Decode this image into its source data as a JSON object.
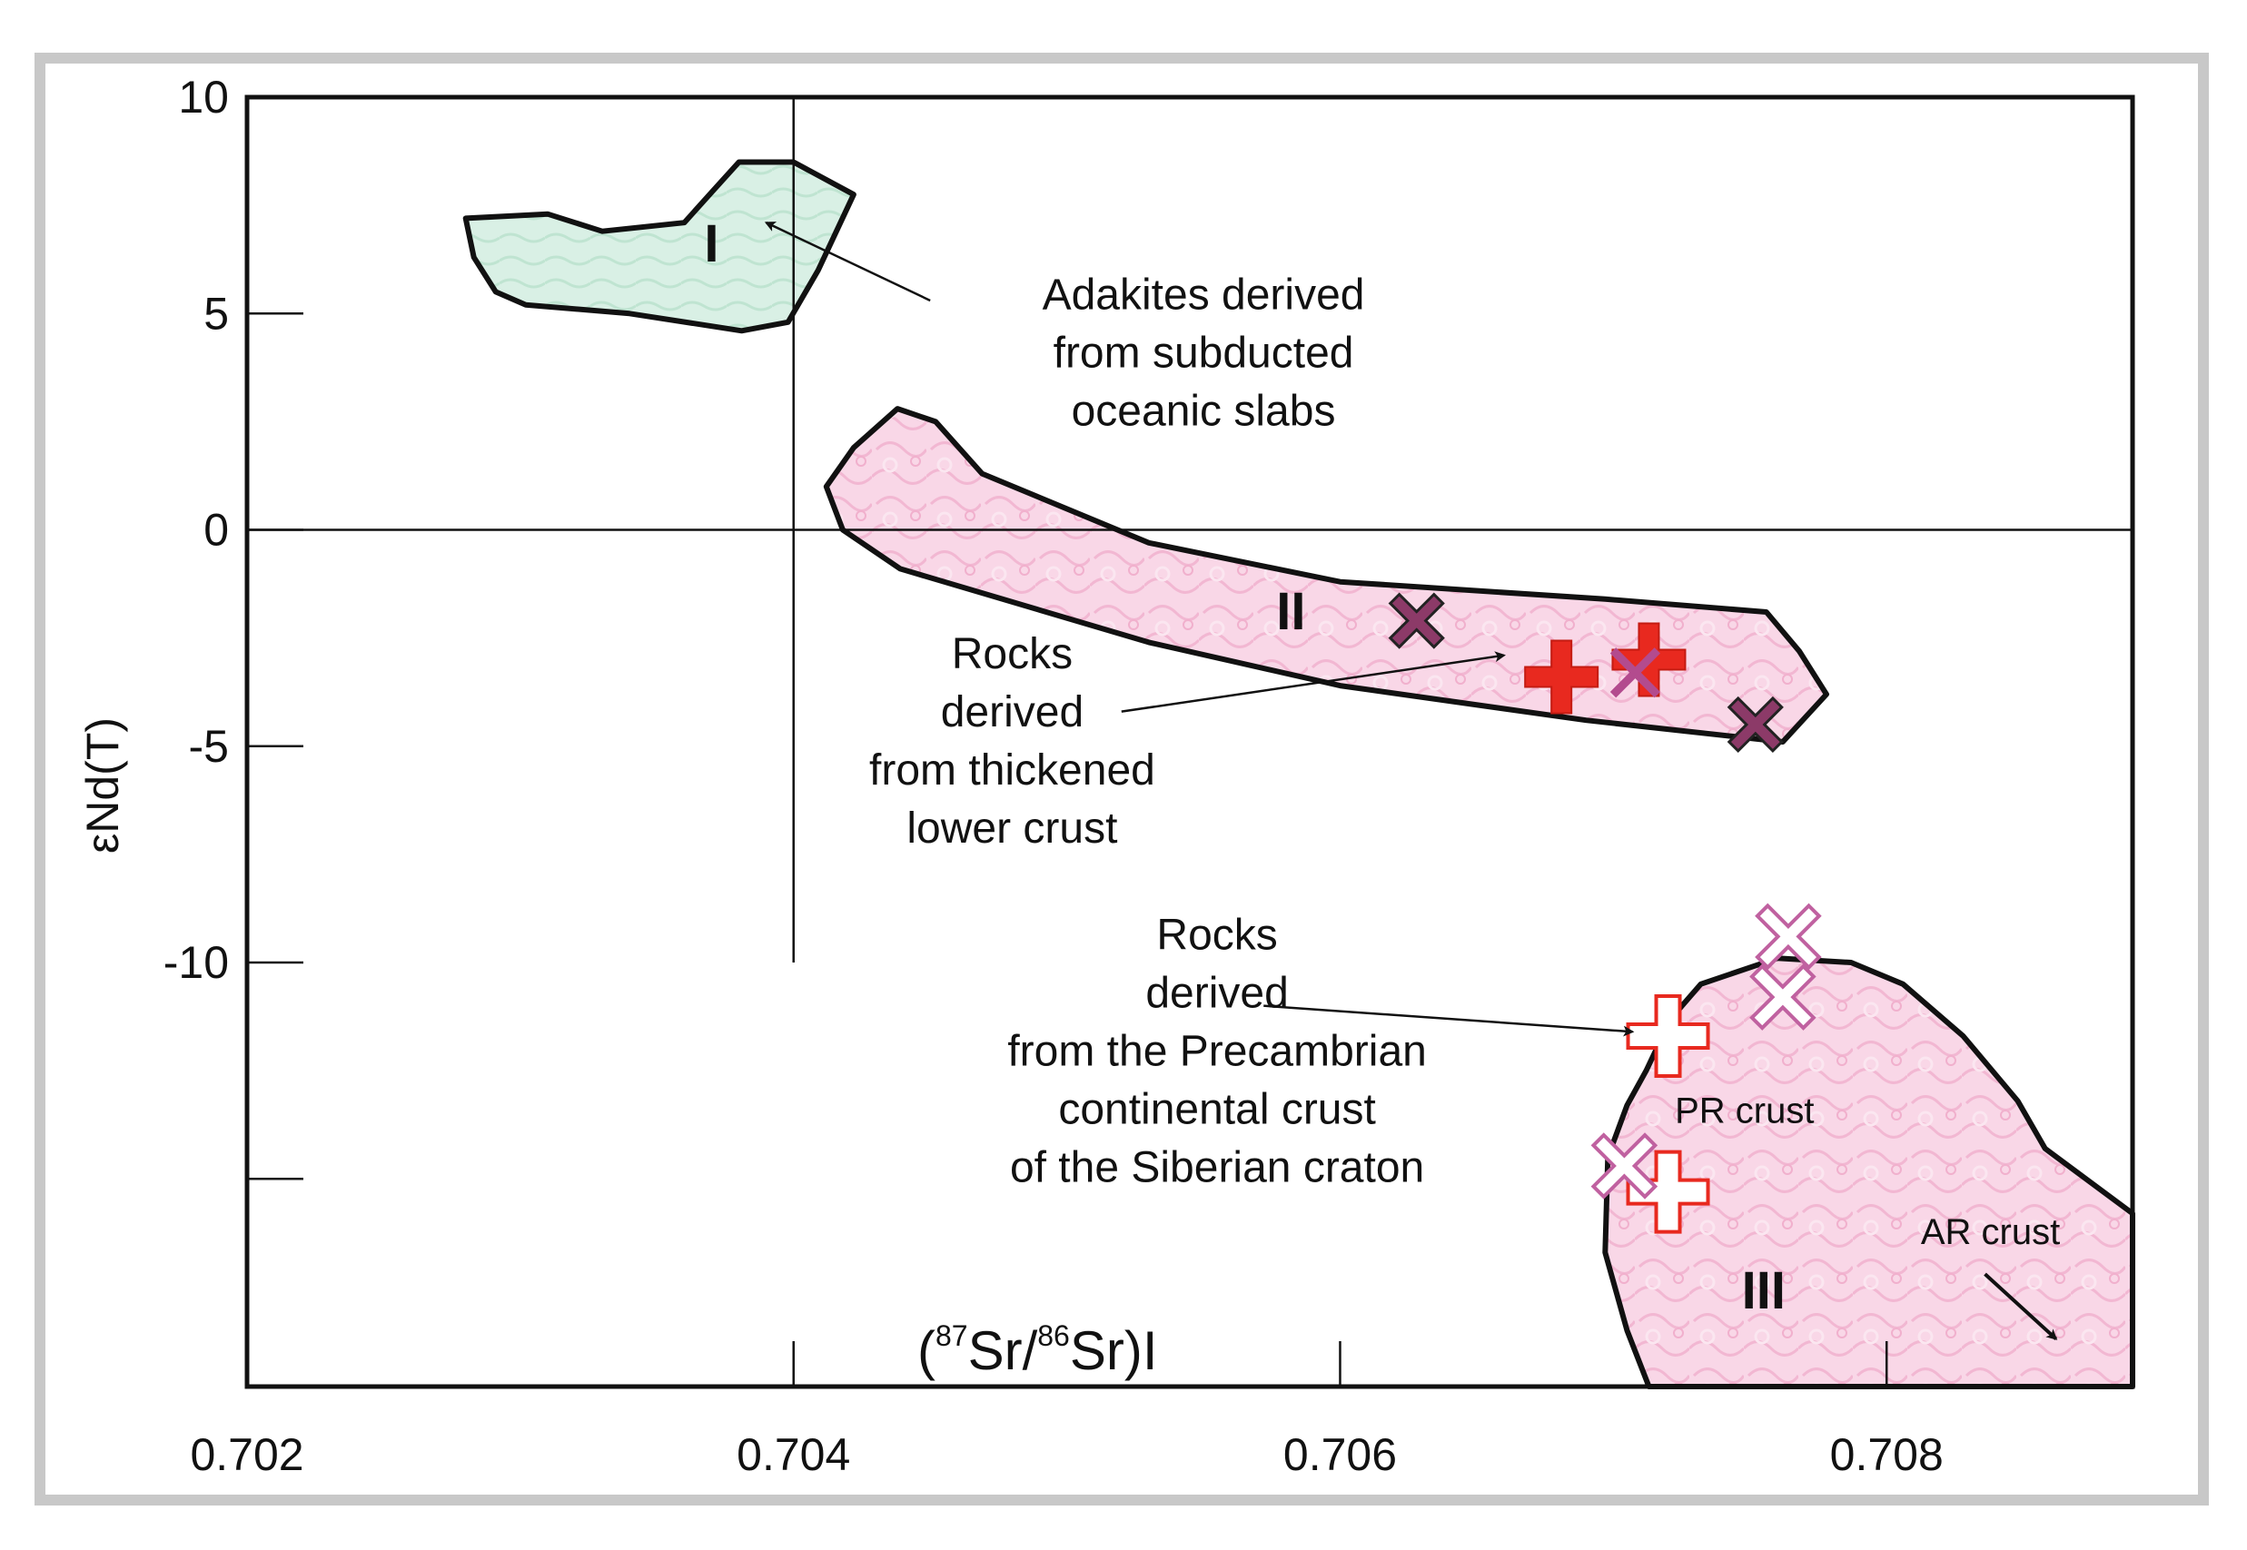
{
  "chart_data": {
    "type": "scatter",
    "xlabel": "(87Sr/86Sr)I",
    "xlabel_parts": {
      "open": "(",
      "sup1": "87",
      "mid1": "Sr/",
      "sup2": "86",
      "mid2": "Sr)I"
    },
    "ylabel": "εNd(T)",
    "xlim": [
      0.702,
      0.7089
    ],
    "ylim": [
      -19.8,
      10
    ],
    "x_ticks": [
      {
        "value": 0.702,
        "label": "0.702"
      },
      {
        "value": 0.704,
        "label": "0.704"
      },
      {
        "value": 0.706,
        "label": "0.706"
      },
      {
        "value": 0.708,
        "label": "0.708"
      }
    ],
    "y_ticks": [
      {
        "value": 10,
        "label": "10"
      },
      {
        "value": 5,
        "label": "5"
      },
      {
        "value": 0,
        "label": "0"
      },
      {
        "value": -5,
        "label": "-5"
      },
      {
        "value": -10,
        "label": "-10"
      },
      {
        "value": -15,
        "label": ""
      }
    ],
    "reference_lines": {
      "x": 0.704,
      "y": 0
    },
    "fields": [
      {
        "label": "I",
        "fill": "#d6efe3",
        "label_at": [
          0.7037,
          6.2
        ],
        "outline": [
          [
            0.7028,
            7.2
          ],
          [
            0.7031,
            7.3
          ],
          [
            0.7033,
            6.9
          ],
          [
            0.7036,
            7.1
          ],
          [
            0.7037,
            7.8
          ],
          [
            0.7038,
            8.5
          ],
          [
            0.704,
            8.5
          ],
          [
            0.70422,
            7.75
          ],
          [
            0.70409,
            6.0
          ],
          [
            0.70398,
            4.8
          ],
          [
            0.70381,
            4.6
          ],
          [
            0.7034,
            5.0
          ],
          [
            0.70302,
            5.2
          ],
          [
            0.70291,
            5.5
          ],
          [
            0.70283,
            6.3
          ]
        ]
      },
      {
        "label": "II",
        "fill": "#f7cfe2",
        "label_at": [
          0.70582,
          -2.3
        ],
        "outline": [
          [
            0.70422,
            1.9
          ],
          [
            0.70438,
            2.8
          ],
          [
            0.70452,
            2.5
          ],
          [
            0.70469,
            1.3
          ],
          [
            0.7053,
            -0.3
          ],
          [
            0.706,
            -1.2
          ],
          [
            0.70697,
            -1.6
          ],
          [
            0.70756,
            -1.9
          ],
          [
            0.70768,
            -2.8
          ],
          [
            0.70778,
            -3.8
          ],
          [
            0.70762,
            -4.9
          ],
          [
            0.7069,
            -4.4
          ],
          [
            0.706,
            -3.6
          ],
          [
            0.7053,
            -2.6
          ],
          [
            0.70439,
            -0.9
          ],
          [
            0.70418,
            0.0
          ],
          [
            0.70412,
            1.0
          ]
        ]
      },
      {
        "label": "III",
        "fill": "#f7cfe2",
        "label_at": [
          0.70755,
          -18.0
        ],
        "outline": [
          [
            0.70712,
            -12.5
          ],
          [
            0.70721,
            -11.3
          ],
          [
            0.70732,
            -10.5
          ],
          [
            0.7076,
            -9.9
          ],
          [
            0.70787,
            -10.0
          ],
          [
            0.70806,
            -10.5
          ],
          [
            0.70828,
            -11.7
          ],
          [
            0.70848,
            -13.2
          ],
          [
            0.70858,
            -14.3
          ],
          [
            0.7089,
            -15.8
          ],
          [
            0.7089,
            -19.8
          ],
          [
            0.70713,
            -19.8
          ],
          [
            0.70705,
            -18.5
          ],
          [
            0.70697,
            -16.7
          ],
          [
            0.70698,
            -14.5
          ],
          [
            0.70705,
            -13.3
          ]
        ]
      }
    ],
    "annotations": [
      {
        "lines": [
          "Adakites derived",
          "from subducted",
          "oceanic slabs"
        ],
        "at": [
          0.7055,
          5.1
        ],
        "arrow_from": [
          0.7045,
          5.3
        ],
        "arrow_to": [
          0.7039,
          7.1
        ]
      },
      {
        "lines": [
          "Rocks",
          "derived",
          "from thickened",
          "lower crust"
        ],
        "at": [
          0.7048,
          -3.2
        ],
        "arrow_from": [
          0.7052,
          -4.2
        ],
        "arrow_to": [
          0.7066,
          -2.9
        ]
      },
      {
        "lines": [
          "Rocks",
          "derived",
          "from the Precambrian",
          "continental crust",
          "of the Siberian craton"
        ],
        "at": [
          0.70555,
          -9.7
        ],
        "arrow_from": [
          0.70572,
          -11.0
        ],
        "arrow_to": [
          0.70707,
          -11.6
        ]
      }
    ],
    "region_labels": [
      {
        "text": "PR crust",
        "at": [
          0.70748,
          -13.7
        ],
        "arrow": false
      },
      {
        "text": "AR crust",
        "at": [
          0.70838,
          -16.5
        ],
        "arrow_from": [
          0.70836,
          -17.2
        ],
        "arrow_to": [
          0.70862,
          -18.7
        ]
      }
    ],
    "series": [
      {
        "marker": "plus-filled",
        "color": "#e8291f",
        "points": [
          [
            0.70681,
            -3.4
          ],
          [
            0.70713,
            -3.0
          ]
        ]
      },
      {
        "marker": "x-filled",
        "color": "#8c3a68",
        "points": [
          [
            0.70628,
            -2.1
          ],
          [
            0.70752,
            -4.5
          ]
        ]
      },
      {
        "marker": "x-thin",
        "color": "#b34b8e",
        "points": [
          [
            0.70708,
            -3.3
          ]
        ]
      },
      {
        "marker": "plus-open",
        "color": "#e8291f",
        "points": [
          [
            0.7072,
            -11.7
          ],
          [
            0.7072,
            -15.3
          ]
        ]
      },
      {
        "marker": "x-open",
        "color": "#c061a0",
        "points": [
          [
            0.70764,
            -9.4
          ],
          [
            0.70762,
            -10.8
          ],
          [
            0.70704,
            -14.7
          ]
        ]
      }
    ]
  }
}
